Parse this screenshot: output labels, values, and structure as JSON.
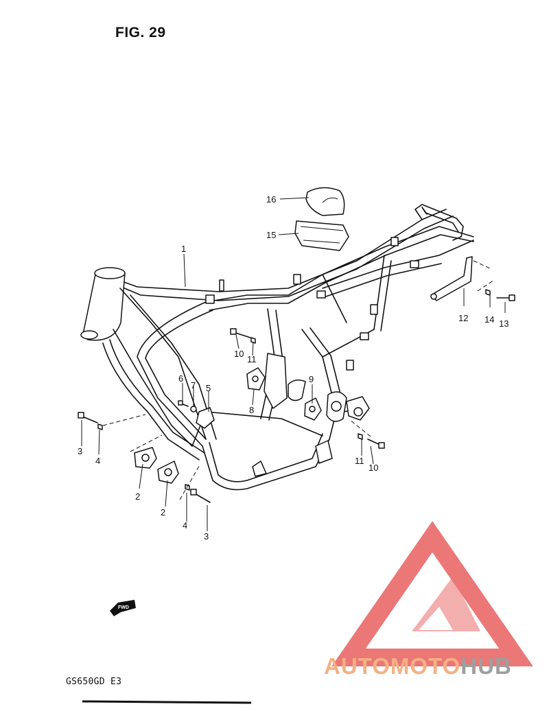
{
  "figure": {
    "title": "FIG. 29",
    "model": "GS650GD  E3"
  },
  "callouts": [
    "1",
    "2",
    "2",
    "3",
    "3",
    "4",
    "4",
    "5",
    "6",
    "7",
    "8",
    "9",
    "10",
    "10",
    "11",
    "11",
    "12",
    "13",
    "14",
    "15",
    "16"
  ],
  "fwd_label": "FWD",
  "watermark": {
    "text_a": "AUTOMOTO",
    "text_b": "HUB",
    "color_a": "#f4b183",
    "color_b": "#9e9e9e",
    "triangle_color": "#e86060"
  }
}
